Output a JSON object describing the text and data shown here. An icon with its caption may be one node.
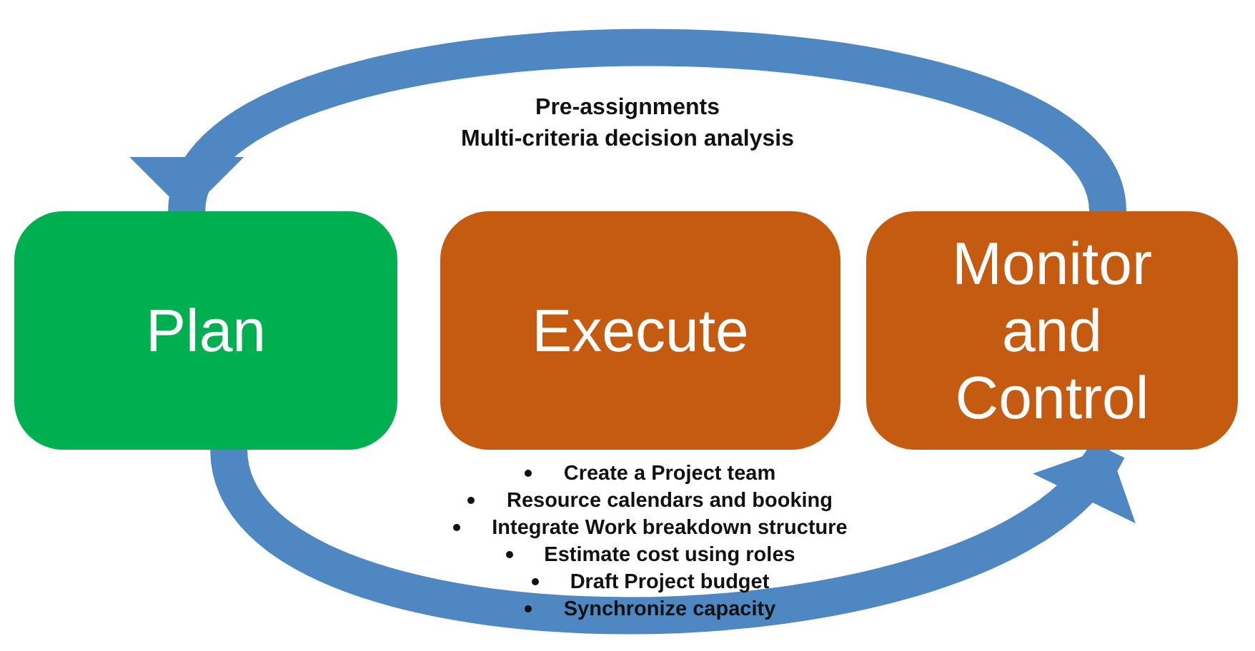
{
  "diagram": {
    "nodes": [
      {
        "text": [
          "Plan"
        ]
      },
      {
        "text": [
          "Execute"
        ]
      },
      {
        "text": [
          "Monitor and Control"
        ]
      }
    ],
    "edges": [
      {
        "from": 2,
        "to": 0,
        "arrow": "to"
      },
      {
        "from": 0,
        "to": 2,
        "arrow": "to"
      }
    ],
    "labels": [
      "Pre-assignments",
      "Multi-criteria decision analysis",
      "Create a Project team",
      "Resource calendars and booking",
      "Integrate Work breakdown structure",
      "Estimate cost using roles",
      "Draft Project budget",
      "Synchronize capacity"
    ]
  }
}
